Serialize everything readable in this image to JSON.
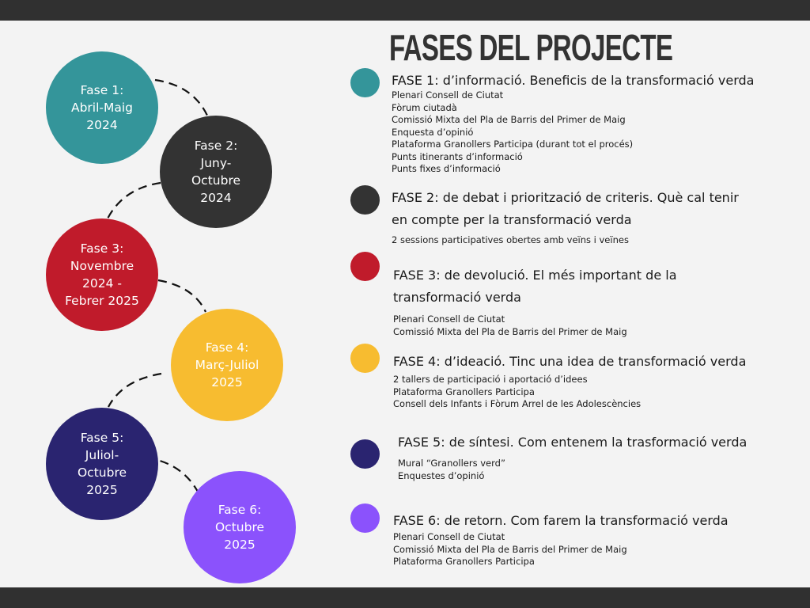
{
  "title": "FASES DEL PROJECTE",
  "colors": {
    "background": "#f3f3f3",
    "bars": "#303030",
    "fase1": "#34959a",
    "fase2": "#333333",
    "fase3": "#c01b2b",
    "fase4": "#f7bc30",
    "fase5": "#2a2470",
    "fase6": "#8b52fc"
  },
  "timeline": [
    {
      "label": "Fase 1:\nAbril-Maig\n2024",
      "color": "#34959a"
    },
    {
      "label": "Fase 2:\nJuny-\nOctubre\n2024",
      "color": "#333333"
    },
    {
      "label": "Fase 3:\nNovembre\n2024 -\nFebrer 2025",
      "color": "#c01b2b"
    },
    {
      "label": "Fase 4:\nMarç-Juliol\n2025",
      "color": "#f7bc30"
    },
    {
      "label": "Fase 5:\nJuliol-\nOctubre\n2025",
      "color": "#2a2470"
    },
    {
      "label": "Fase 6:\nOctubre\n2025",
      "color": "#8b52fc"
    }
  ],
  "phases": [
    {
      "title": "FASE 1: d’informació. Beneficis de la transformació verda",
      "items": [
        "Plenari Consell de Ciutat",
        "Fòrum ciutadà",
        "Comissió Mixta del Pla de Barris del Primer de Maig",
        "Enquesta d’opinió",
        "Plataforma Granollers Participa (durant tot el procés)",
        "Punts itinerants d’informació",
        "Punts fixes d’informació"
      ]
    },
    {
      "title": "FASE 2: de debat i priorització de criteris. Què cal tenir\nen compte per la transformació verda",
      "items": [
        "2 sessions participatives obertes amb veïns i veïnes"
      ]
    },
    {
      "title": "FASE 3: de devolució. El més important de la\ntransformació verda",
      "items": [
        "Plenari Consell de Ciutat",
        "Comissió Mixta del Pla de Barris del Primer de Maig"
      ]
    },
    {
      "title": "FASE 4: d’ideació. Tinc una idea de transformació verda",
      "items": [
        "2 tallers de participació i aportació d’idees",
        "Plataforma Granollers Participa",
        "Consell dels Infants i Fòrum Arrel de les Adolescències"
      ]
    },
    {
      "title": "FASE 5: de síntesi. Com entenem la trasformació verda",
      "items": [
        "Mural “Granollers verd”",
        "Enquestes d’opinió"
      ]
    },
    {
      "title": "FASE 6: de retorn. Com farem la transformació verda",
      "items": [
        "Plenari Consell de Ciutat",
        "Comissió Mixta del Pla de Barris del Primer de Maig",
        "Plataforma Granollers Participa"
      ]
    }
  ]
}
